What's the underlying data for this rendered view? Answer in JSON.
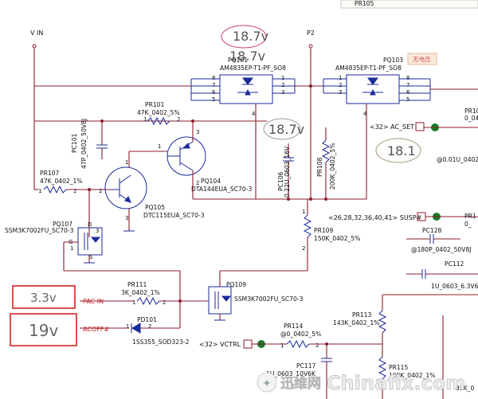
{
  "top_tab": "PR105",
  "nets": {
    "vin": "V IN",
    "p2": "P2",
    "ac_set": "<32> AC_SET",
    "susp": "<26,28,32,36,40,41> SUSP#",
    "vctrl": "<32> VCTRL",
    "pac_in": "PAC IN",
    "acoff": "ACOFF#"
  },
  "annotations": {
    "pq101_v": "18.7v",
    "mid_v": "18.7v",
    "ac_v": "18.1",
    "pac_v": "3.3v",
    "acoff_v": "19v",
    "no_charge": "无电压"
  },
  "parts": {
    "pq101_ref": "PQ101",
    "pq101_val": "AM4835EP-T1-PF_SO8",
    "pq103_ref": "PQ103",
    "pq103_val": "AM4835EP-T1-PF_SO8",
    "pr101_ref": "PR101",
    "pr101_val": "47K_0402_5%",
    "pc101_ref": "PC101",
    "pc101_val": "47P_0402_50V8J",
    "pr107_ref": "PR107",
    "pr107_val": "47K_0402_1%",
    "pq107_ref": "PQ107",
    "pq107_val": "SSM3K7002FU_SC70-3",
    "pq105_ref": "PQ105",
    "pq105_val": "DTC115EUA_SC70-3",
    "pq104_ref": "PQ104",
    "pq104_val": "DTA144EUA_SC70-3",
    "pc106_ref": "PC106",
    "pc106_val": "0.22U_0603_16V",
    "pr108_ref": "PR108",
    "pr108_val": "200K_0402_5%",
    "pr109_ref": "PR109",
    "pr109_val": "150K_0402_5%",
    "pq109_ref": "PQ109",
    "pq109_val": "SSM3K7002FU_SC70-3",
    "pr111_ref": "PR111",
    "pr111_val": "3K_0402_1%",
    "pd101_ref": "PD101",
    "pd101_val": "1SS355_SOD323-2",
    "pr113_ref": "PR113",
    "pr113_val": "143K_0402_1%",
    "pr114_ref": "PR114",
    "pr114_val": "@0_0402_5%",
    "pr115_ref": "PR115",
    "pr115_val": "100K_0402_1%",
    "pc117_ref": "PC117",
    "pc117_val": "1U_0603_10V6K",
    "pc128_ref": "PC128",
    "pc128_val": "@180P_0402_50V8J",
    "pc112_ref": "PC112",
    "pc112_val": "1U_0603_6.3V6M",
    "pr10x_ref": "PR10",
    "pr10x_val": "0_04",
    "pr1x_ref": "PR1",
    "pr1x_val": "0_",
    "cap_right": "@0.01U_0402",
    "r39k": "39K_0"
  },
  "watermark": {
    "cn": "迅维网",
    "en": "Chinafix.com"
  }
}
